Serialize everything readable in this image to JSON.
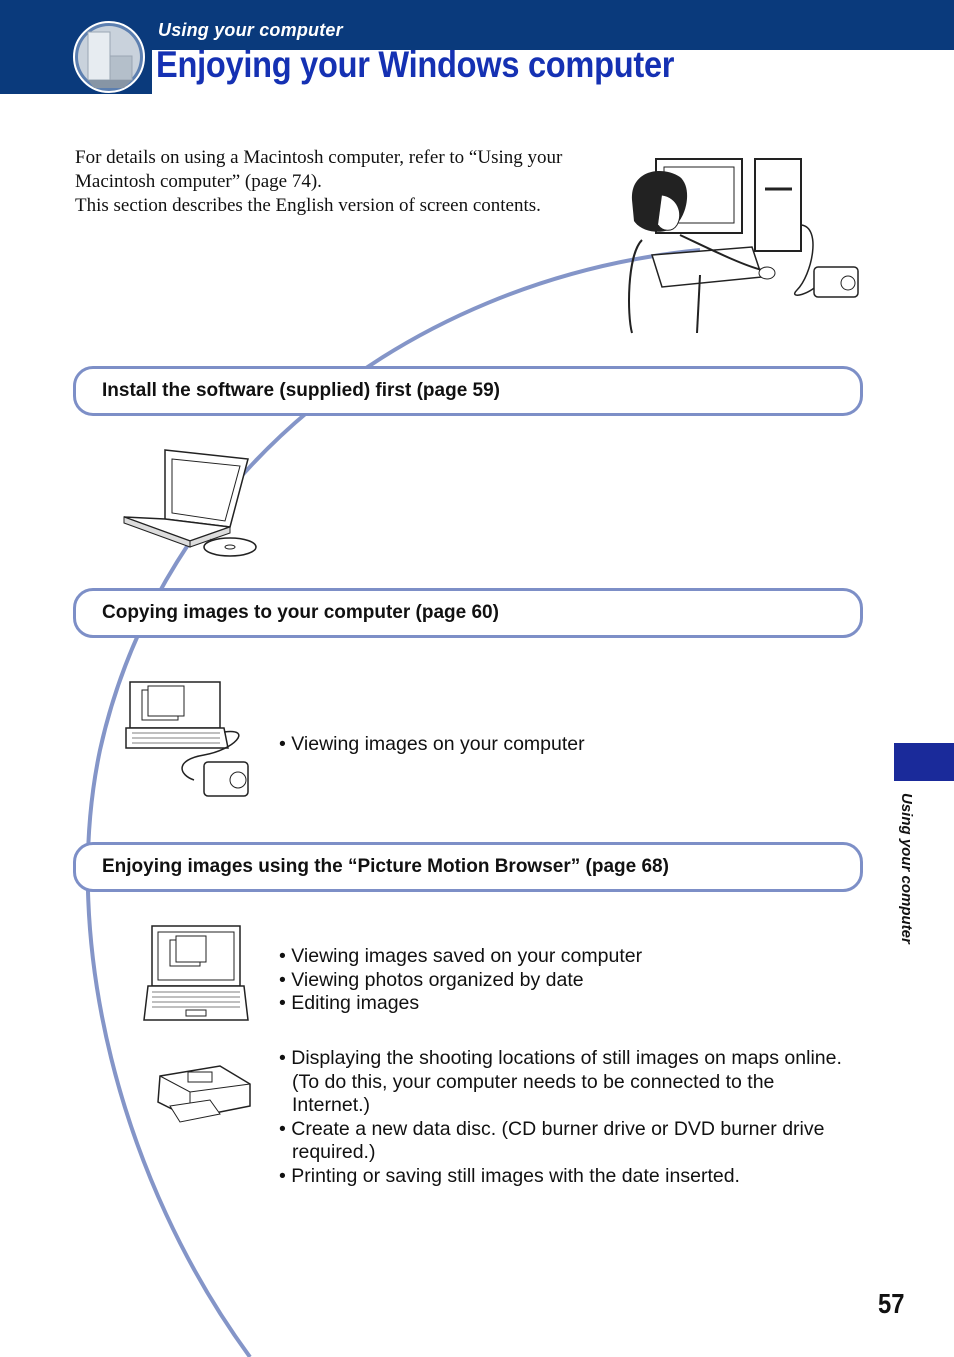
{
  "header": {
    "section_label": "Using your computer",
    "title": "Enjoying your Windows computer"
  },
  "intro": {
    "lines": [
      "For details on using a Macintosh computer, refer to “Using your Macintosh computer” (page 74).",
      "This section describes the English version of screen contents."
    ]
  },
  "steps": [
    {
      "label": "Install the software (supplied) first (page 59)",
      "bullets": []
    },
    {
      "label": "Copying images to your computer (page 60)",
      "bullets": [
        "Viewing images on your computer"
      ]
    },
    {
      "label": "Enjoying images using the “Picture Motion Browser” (page 68)",
      "bullets": [
        "Viewing images saved on your computer",
        "Viewing photos organized by date",
        "Editing images"
      ]
    }
  ],
  "printer_bullets": [
    "Displaying the shooting locations of still images on maps online. (To do this, your computer needs to be connected to the Internet.)",
    "Create a new data disc. (CD burner drive or DVD burner drive required.)",
    "Printing or saving still images with the date inserted."
  ],
  "side_tab": {
    "label": "Using your computer"
  },
  "page_number": "57",
  "colors": {
    "header_blue": "#0a3a7c",
    "title_blue": "#1531b3",
    "box_border": "#7d8fc7",
    "tab_blue": "#1a2a9a"
  },
  "icons": [
    "header-badge-icon",
    "person-at-desktop-illustration",
    "laptop-with-cd-illustration",
    "laptop-camera-illustration",
    "laptop-illustration",
    "printer-illustration"
  ]
}
